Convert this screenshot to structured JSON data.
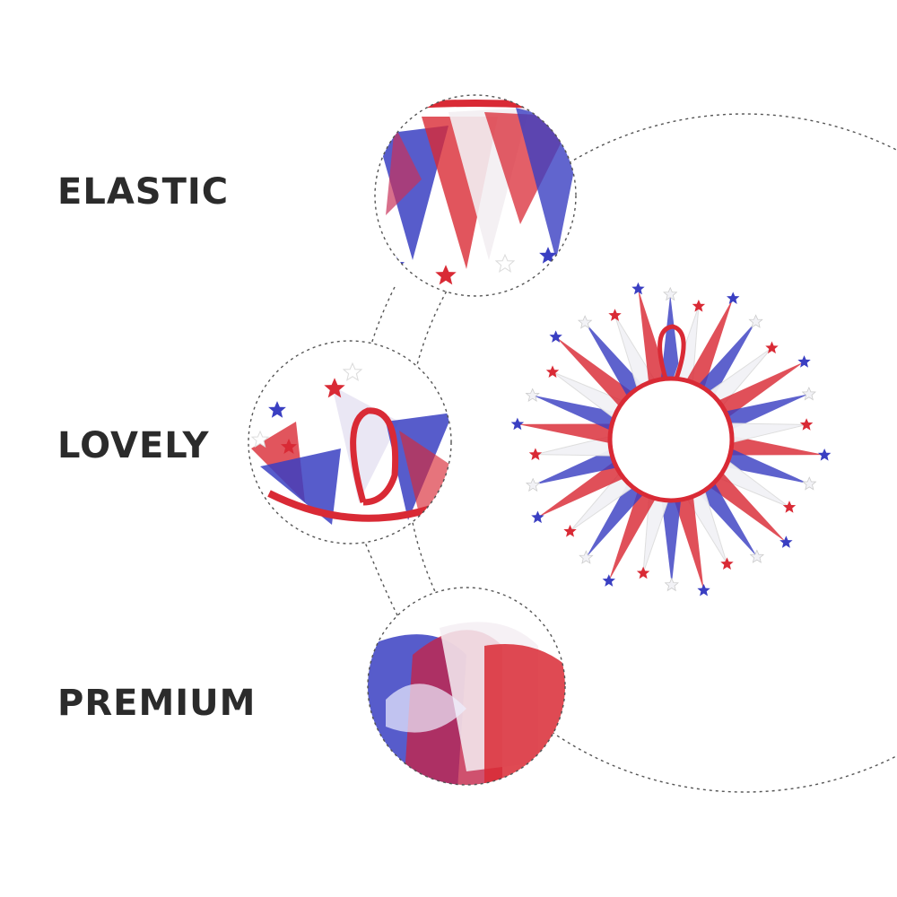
{
  "features": [
    {
      "label": "ELASTIC"
    },
    {
      "label": "LOVELY"
    },
    {
      "label": "PREMIUM"
    }
  ],
  "palette": {
    "red": "#d92a35",
    "blue": "#3a3fc2",
    "white": "#f2f2f6",
    "text": "#2b2b2b",
    "dashed_line": "#555555"
  },
  "icons": [
    "star-icon"
  ]
}
